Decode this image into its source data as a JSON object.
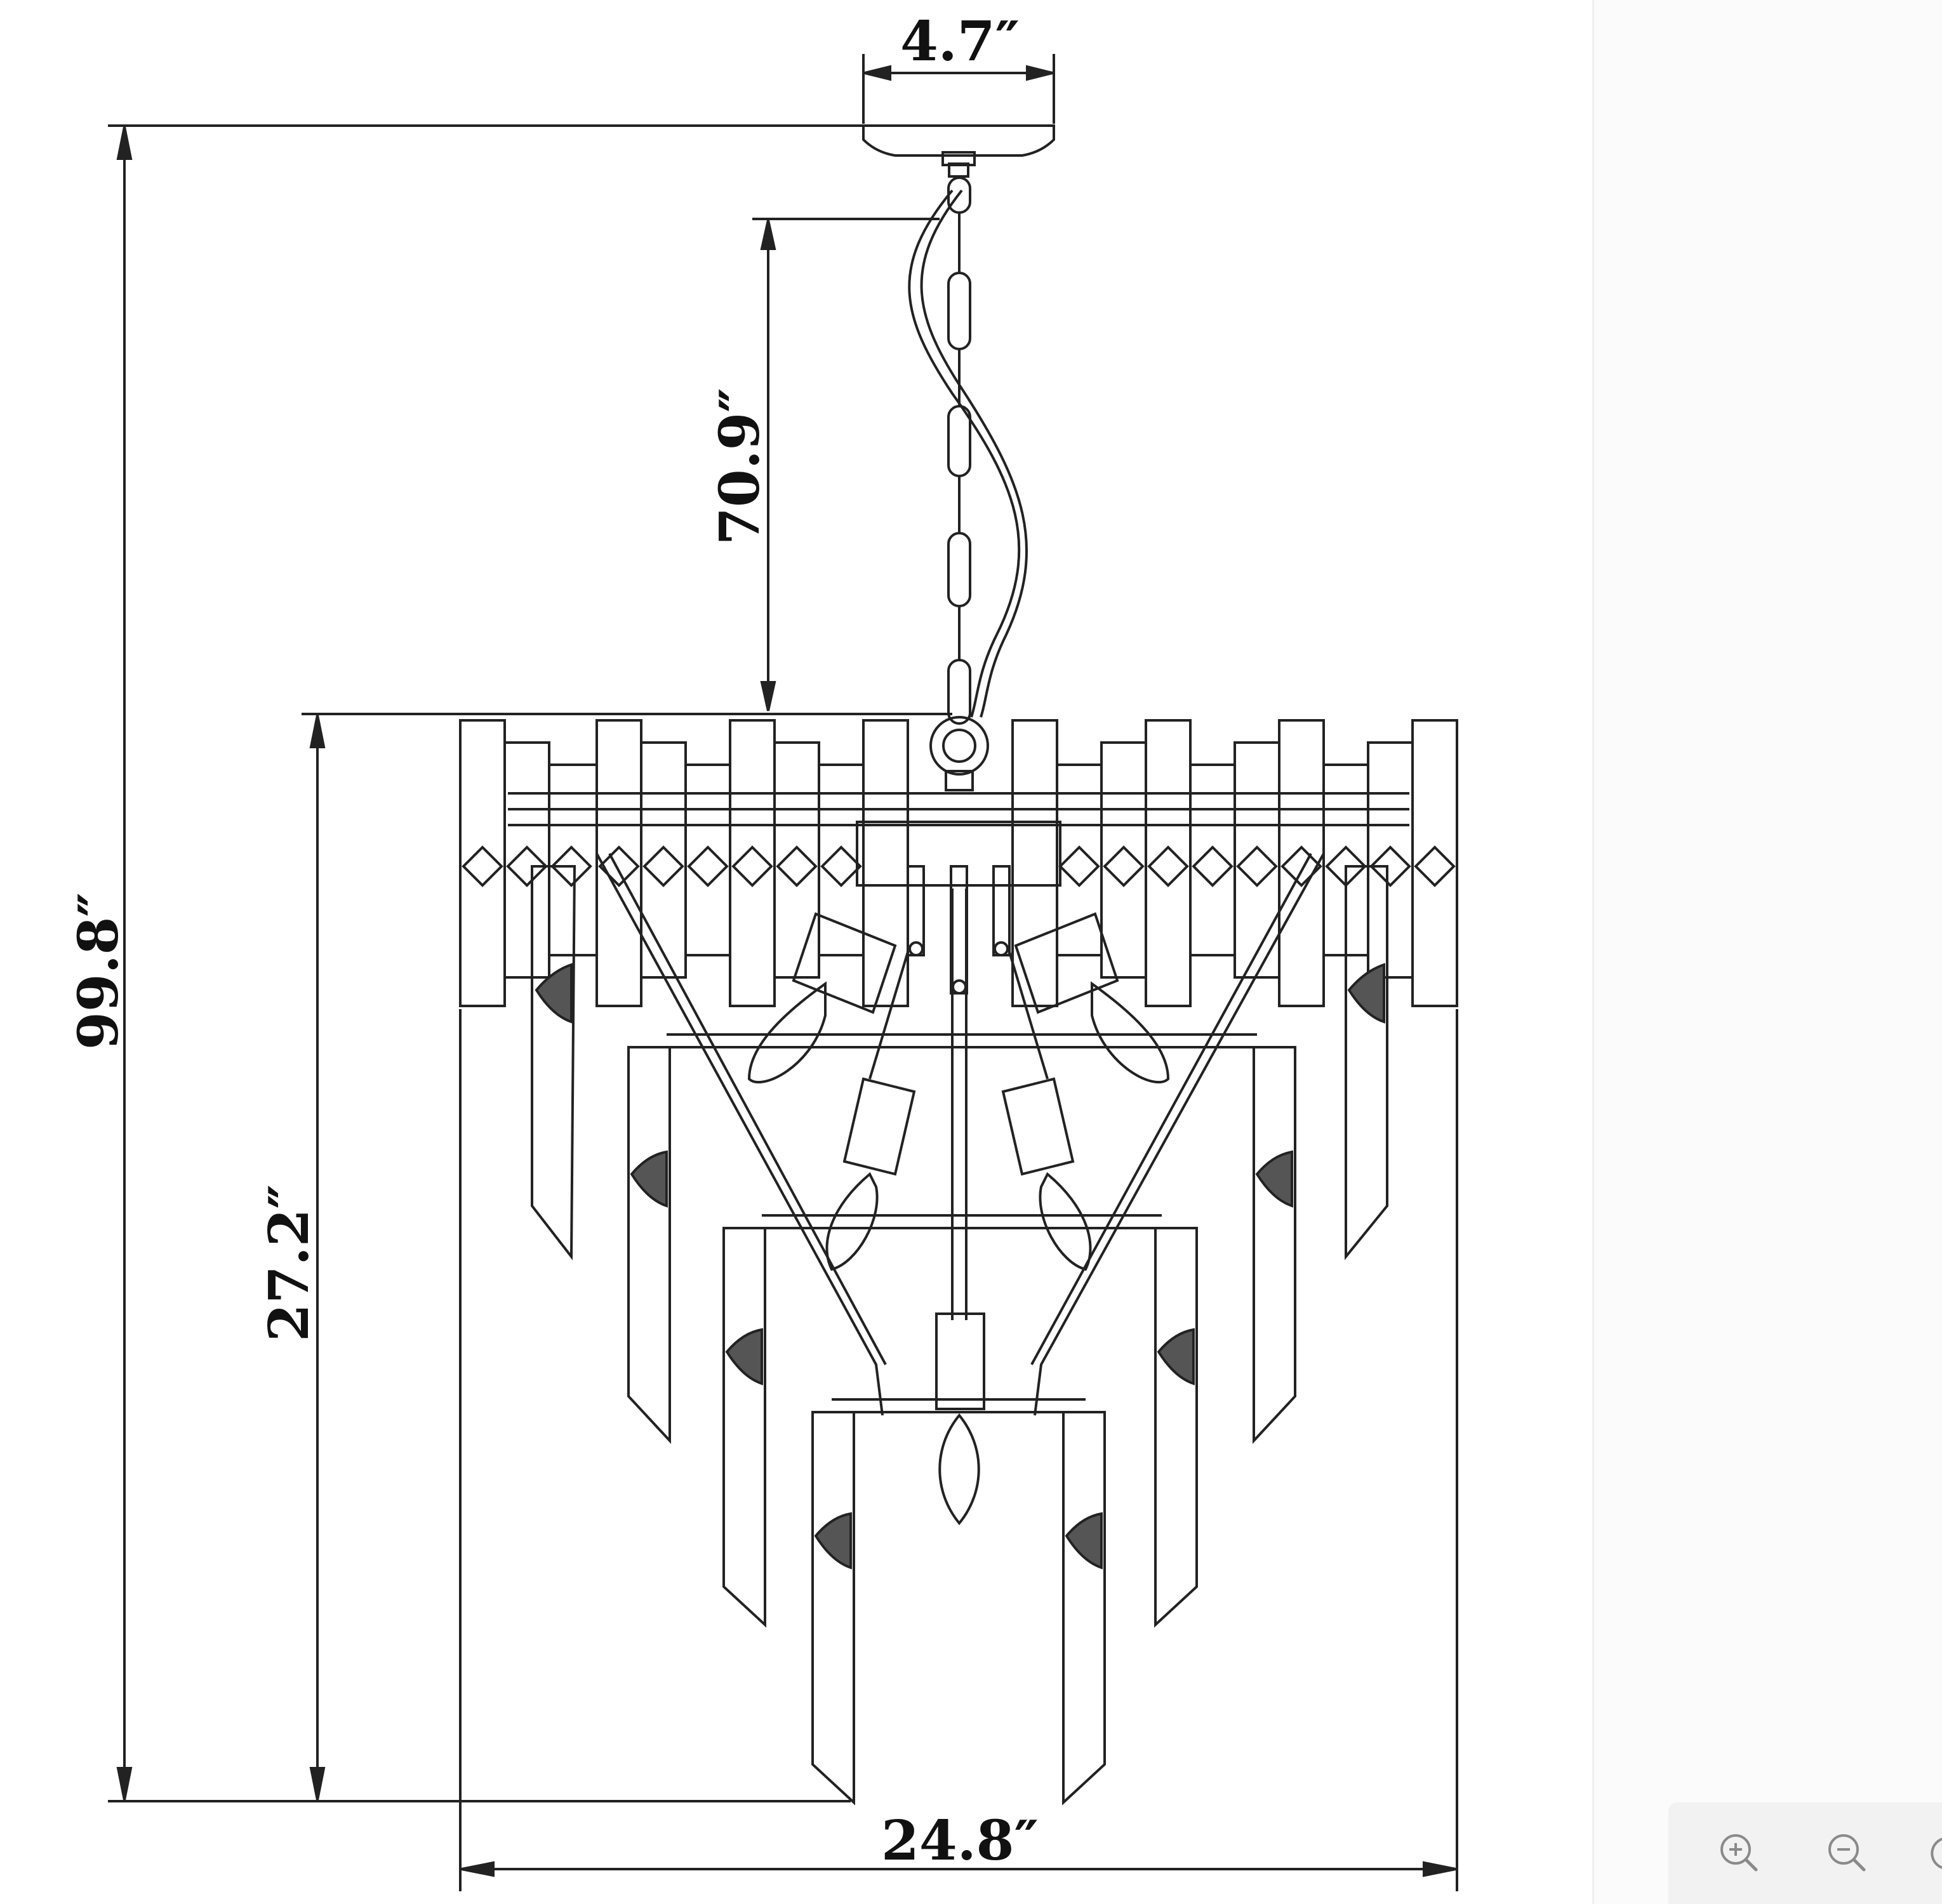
{
  "drawing": {
    "dimensions": {
      "canopy_width": "4.7″",
      "chain_length": "70.9″",
      "overall_height": "99.8″",
      "body_height": "27.2″",
      "body_width": "24.8″"
    }
  },
  "toolbar": {
    "zoom_in_icon": "zoom-in",
    "zoom_out_icon": "zoom-out",
    "rotate_icon": "rotate"
  }
}
